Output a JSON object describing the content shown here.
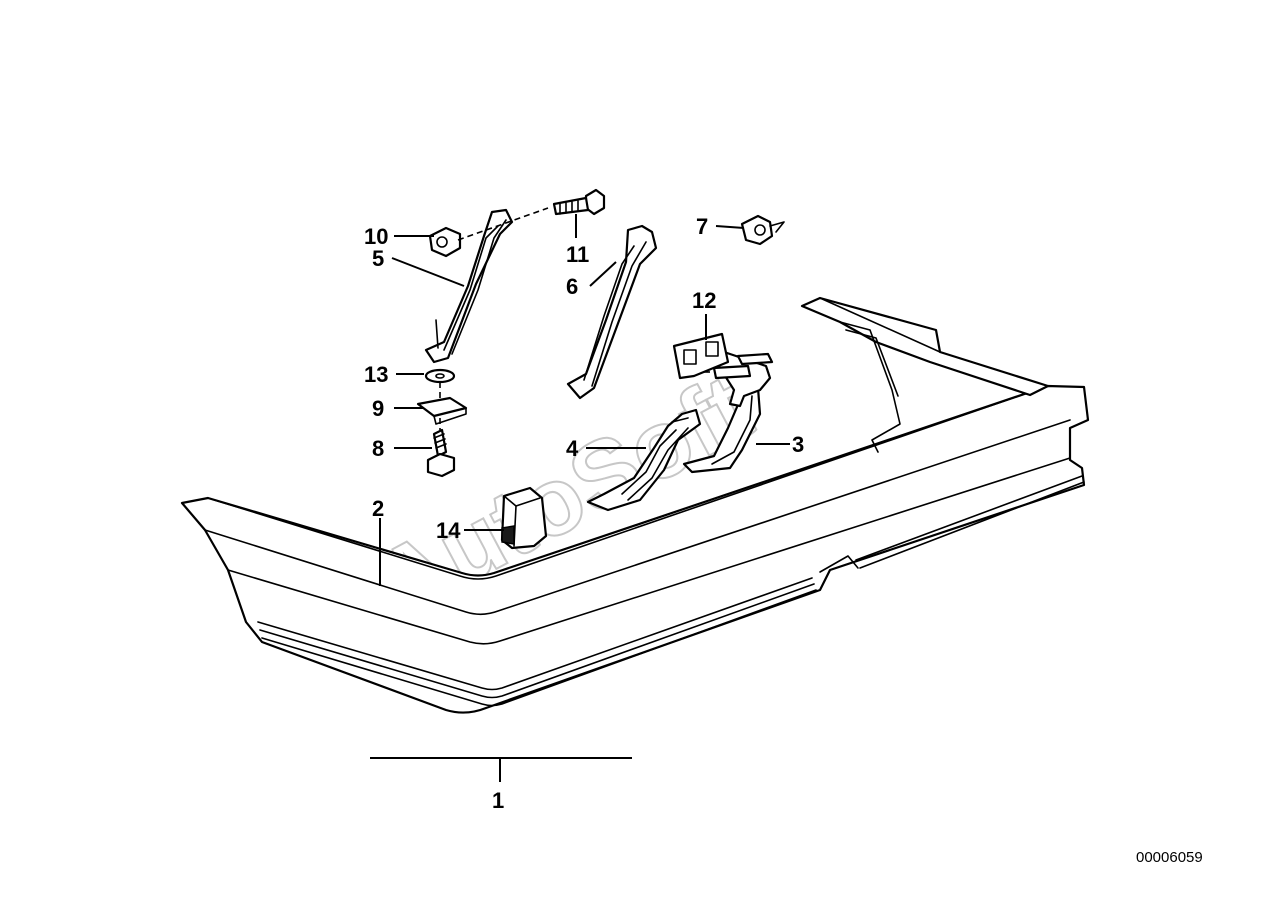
{
  "callouts": {
    "c1": "1",
    "c2": "2",
    "c3": "3",
    "c4": "4",
    "c5": "5",
    "c6": "6",
    "c7": "7",
    "c8": "8",
    "c9": "9",
    "c10": "10",
    "c11": "11",
    "c12": "12",
    "c13": "13",
    "c14": "14"
  },
  "watermark": "AutoSoft",
  "catalog_number": "00006059"
}
